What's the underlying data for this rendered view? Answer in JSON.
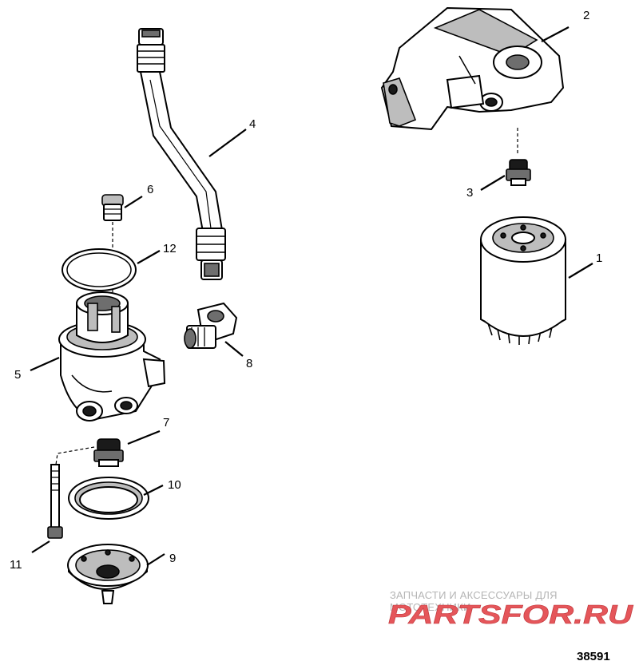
{
  "callouts": {
    "c1": "1",
    "c2": "2",
    "c3": "3",
    "c4": "4",
    "c5": "5",
    "c6": "6",
    "c7": "7",
    "c8": "8",
    "c9": "9",
    "c10": "10",
    "c11": "11",
    "c12": "12"
  },
  "watermark": {
    "caption": "ЗАПЧАСТИ И АКСЕССУАРЫ ДЛЯ МОТОТЕХНИКИ",
    "brand": "PARTSFOR.RU",
    "color": "#e5565a"
  },
  "reference_number": "38591"
}
